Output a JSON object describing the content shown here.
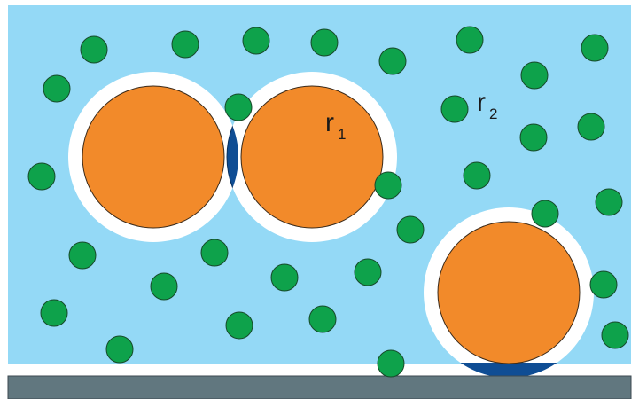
{
  "labels": {
    "r1": {
      "main": "r",
      "sub": "1"
    },
    "r2": {
      "main": "r",
      "sub": "2"
    }
  },
  "colors": {
    "solvent": "#94d9f6",
    "depletion_layer": "#ffffff",
    "large_colloid": "#f28a2a",
    "small_depletant": "#0ea24b",
    "overlap_region": "#0f4d94",
    "wall": "#61777f"
  },
  "icons": {
    "large_particle": "large-colloid-icon",
    "small_particle": "depletant-icon",
    "overlap": "overlap-lens-icon",
    "wall": "wall-icon"
  }
}
